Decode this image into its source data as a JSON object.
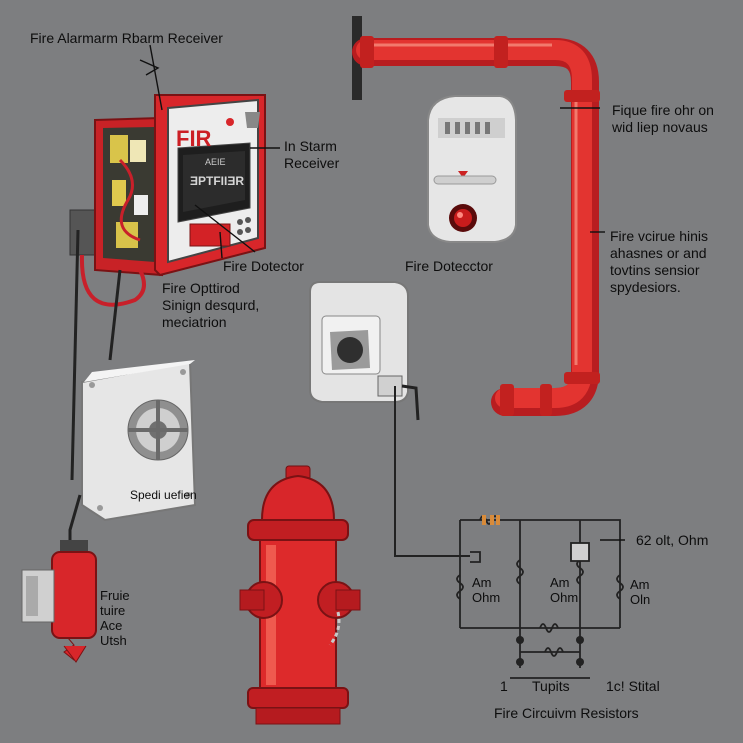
{
  "labels": {
    "receiver_title": "Fire Alarmarm Rbarm Receiver",
    "alarm_receiver": "In Starm\nReceiver",
    "fire_detector_left": "Fire Dotector",
    "fire_optical": "Fire Opttirod\nSinign desqurd,\n    meciatrion",
    "fire_detector_center": "Fire Dotecctor",
    "pipe_note_top": "Fique fire ohr on\nwid liep novaus",
    "pipe_note_mid": "Fire vcirue hinis\nahasnes or and\ntovtins sensior\nspydesiors.",
    "speaker": "Spedi uefien",
    "valve": "Fruie\ntuire\nAce\nUtsh",
    "circuit_ohm_top": "62 olt, Ohm",
    "resistor_1": "Am\nOhm",
    "resistor_2": "Am\nOhm",
    "resistor_3": "Am\nOln",
    "term_left": "1",
    "term_mid": "Tupits",
    "term_right": "1c! Stital",
    "circuit_title": "Fire Circuivm Resistors"
  },
  "panel": {
    "brand": "FIR",
    "display_top": "AEIE",
    "display_main": "ƎPTFIIƎR"
  },
  "colors": {
    "background": "#7d7e80",
    "fire_red": "#d8262a",
    "pipe_red": "#e0302e",
    "detector_white": "#e9e9e9"
  }
}
